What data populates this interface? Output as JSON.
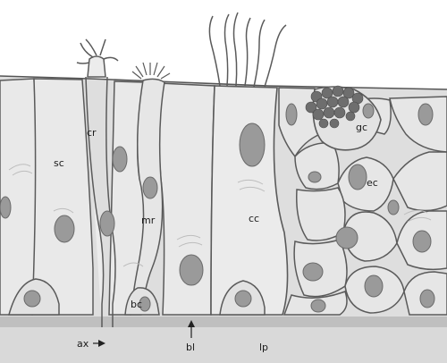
{
  "diagram": {
    "labels": {
      "cr": "cr",
      "sc": "sc",
      "mr": "mr",
      "bc": "bc",
      "ax": "ax",
      "bl": "bl",
      "lp": "lp",
      "cc": "cc",
      "gc": "gc",
      "ec": "ec"
    }
  },
  "colors": {
    "background": "#ffffff",
    "tissue": "#dedede",
    "cell_fill": "#e8e8e8",
    "lamina_propria": "#d9d9d9",
    "basal_layer": "#bfbfbf",
    "nucleus": "#9a9a9a",
    "nucleus_dark": "#7d7d7d",
    "outline": "#555555",
    "goblet_granules": "#6e6e6e"
  }
}
